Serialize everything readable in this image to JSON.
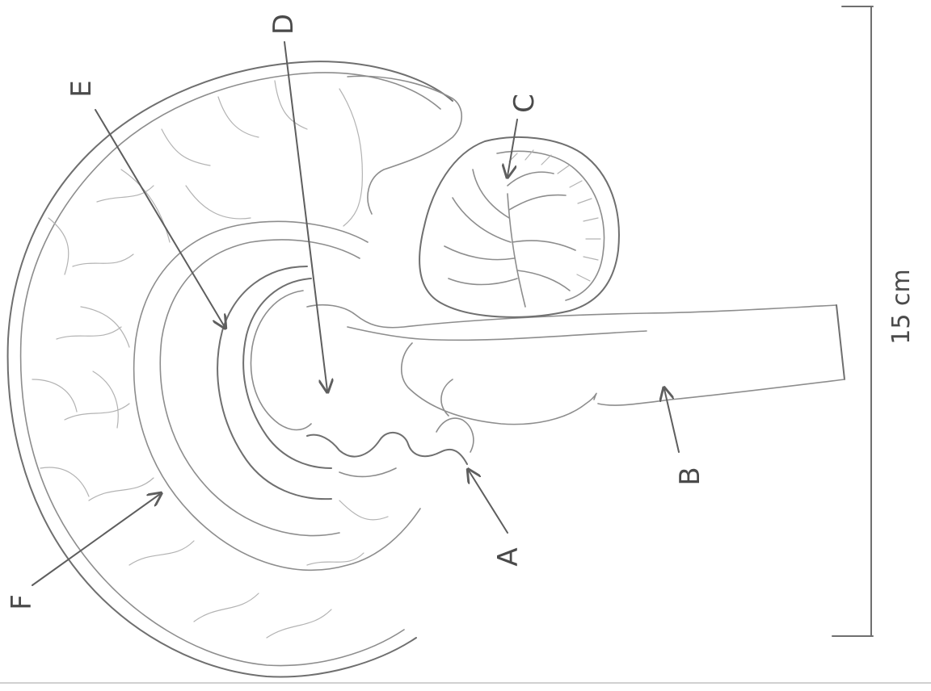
{
  "labels": {
    "A": "A",
    "B": "B",
    "C": "C",
    "D": "D",
    "E": "E",
    "F": "F"
  },
  "scale_bar": {
    "text": "15 cm"
  }
}
